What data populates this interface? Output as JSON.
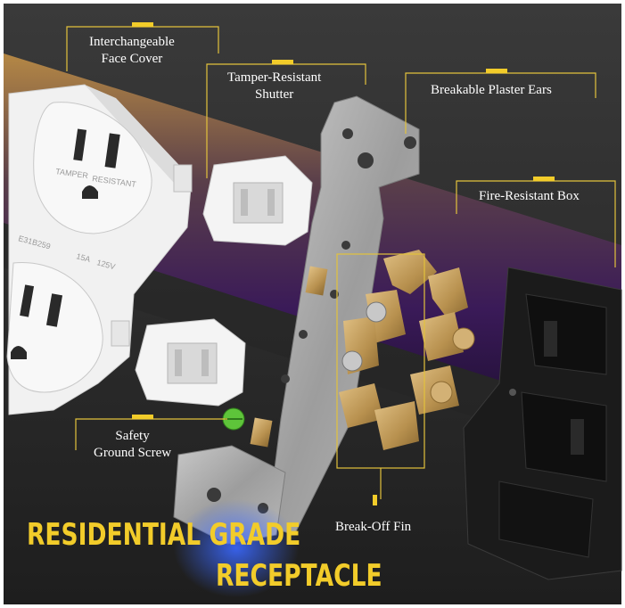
{
  "image": {
    "title_line1": "RESIDENTIAL GRADE",
    "title_line2": "RECEPTACLE",
    "callouts": {
      "face_cover": "Interchangeable Face Cover",
      "shutter": "Tamper-Resistant Shutter",
      "plaster_ears": "Breakable Plaster Ears",
      "box": "Fire-Resistant Box",
      "ground_screw": "Safety Ground Screw",
      "break_off_fin": "Break-Off Fin"
    },
    "outlet_markings": {
      "tamper": "TAMPER",
      "resistant": "RESISTANT",
      "rating_1": "15A",
      "rating_2": "125V",
      "listing": "E31B259"
    }
  },
  "colors": {
    "accent_yellow": "#f2cc2a",
    "callout_line": "#e3c23c",
    "background_dark": "#2e2e2e",
    "band_purple": "#3d1a5a",
    "band_gold": "#a77b3b",
    "outlet_white": "#f3f3f3",
    "brass": "#c9a566",
    "box_black": "#161616"
  }
}
